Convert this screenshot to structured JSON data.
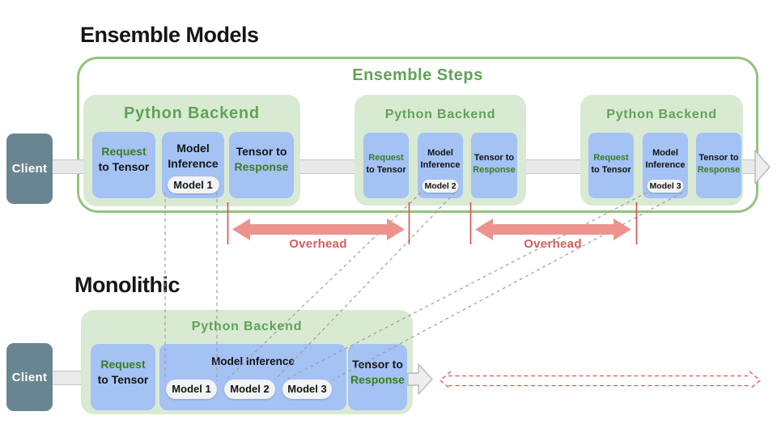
{
  "colors": {
    "green-border": "#93c47d",
    "green-fill": "#d9ead3",
    "green-title": "#5fa355",
    "green-word": "#3a7d21",
    "blue-step": "#a4c2f4",
    "client-gray": "#6a8592",
    "band-gray": "#e9e9e9",
    "band-border": "#c6c6c6",
    "arrowhead-fill": "#ededed",
    "arrowhead-stroke": "#b9b9b9",
    "overhead-arrow": "#ec938e",
    "overhead-text": "#d95c5a",
    "tick-red": "#d94f4b",
    "dash-gray": "#9e9e9e",
    "title-black": "#161616",
    "pill-bg": "#f2f3f4"
  },
  "titles": {
    "ensemble": "Ensemble Models",
    "monolithic": "Monolithic",
    "ensemble_steps": "Ensemble Steps"
  },
  "client": {
    "label": "Client"
  },
  "backend": {
    "title": "Python Backend"
  },
  "steps": {
    "request": {
      "line1": "Request",
      "line2": "to Tensor"
    },
    "inference": {
      "line1": "Model",
      "line2": "Inference"
    },
    "response": {
      "line1": "Tensor to",
      "line2": "Response"
    }
  },
  "models": [
    "Model 1",
    "Model 2",
    "Model 3"
  ],
  "mono": {
    "inference_label": "Model Inference"
  },
  "overhead": {
    "label": "Overhead"
  },
  "icons": {
    "pipeline_arrowhead": "right-arrowhead",
    "mono_output_arrowhead": "right-arrowhead",
    "overhead_arrow": "double-headed-arrow",
    "mono_latency_arrow": "dashed-double-headed-arrow"
  }
}
